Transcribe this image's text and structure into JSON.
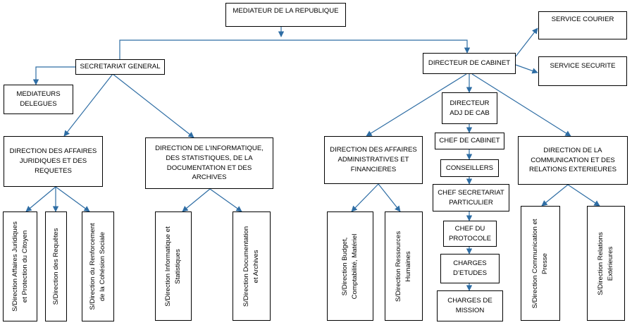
{
  "nodes": {
    "mediateur": "MEDIATEUR DE LA REPUBLIQUE",
    "secretariat_general": "SECRETARIAT GENERAL",
    "directeur_cabinet": "DIRECTEUR DE CABINET",
    "service_courier": "SERVICE COURIER",
    "service_securite": "SERVICE SECURITE",
    "mediateurs_delegues": "MEDIATEURS\nDELEGUES",
    "dir_affaires_juridiques": "DIRECTION DES AFFAIRES\nJURIDIQUES ET DES\nREQUETES",
    "dir_informatique": "DIRECTION DE L’INFORMATIQUE,\nDES STATISTIQUES, DE LA\nDOCUMENTATION ET DES\nARCHIVES",
    "dir_affaires_admin": "DIRECTION DES AFFAIRES\nADMINISTRATIVES ET\nFINANCIERES",
    "directeur_adj": "DIRECTEUR\nADJ DE CAB",
    "chef_cabinet": "CHEF DE CABINET",
    "conseillers": "CONSEILLERS",
    "chef_secretariat": "CHEF SECRETARIAT\nPARTICULIER",
    "chef_protocole": "CHEF DU\nPROTOCOLE",
    "charges_etudes": "CHARGES\nD’ETUDES",
    "charges_mission": "CHARGES DE\nMISSION",
    "dir_communication": "DIRECTION DE LA\nCOMMUNICATION ET DES\nRELATIONS EXTERIEURES",
    "sd_affaires_juridiques": "S/Direction Affaires Juridiques\net Protection du Citoyen",
    "sd_requetes": "S/Direction des Requêtes",
    "sd_cohesion": "S/Direction du Renforcement\nde la Cohésion Sociale",
    "sd_informatique": "S/Direction Informatique et\nStatistiques",
    "sd_documentation": "S/Direction Documentation\net Archives",
    "sd_budget": "S/Direction Budget,\nComptabilité, Matériel",
    "sd_ressources": "S/Direction Ressources\nHumaines",
    "sd_communication": "S/Direction Communication et\nPresse",
    "sd_relations": "S/Direction Relations\nExtérieures"
  },
  "colors": {
    "connector": "#2e6da4",
    "border": "#000000"
  }
}
